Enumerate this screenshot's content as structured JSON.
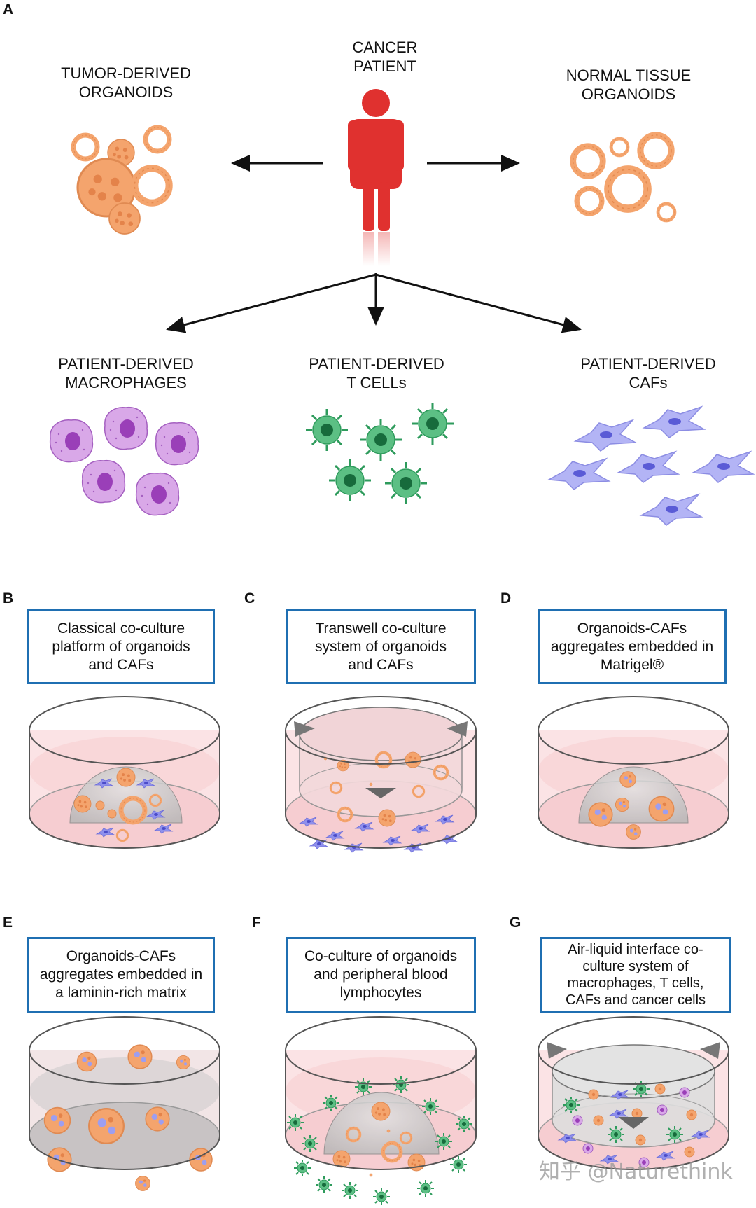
{
  "panelA": {
    "letter": "A",
    "patient": [
      "CANCER",
      "PATIENT"
    ],
    "tumor": [
      "TUMOR-DERIVED",
      "ORGANOIDS"
    ],
    "normal": [
      "NORMAL TISSUE",
      "ORGANOIDS"
    ],
    "macrophages": [
      "PATIENT-DERIVED",
      "MACROPHAGES"
    ],
    "tcells": [
      "PATIENT-DERIVED",
      "T CELLs"
    ],
    "cafs": [
      "PATIENT-DERIVED",
      "CAFs"
    ]
  },
  "panels": [
    {
      "letter": "B",
      "lines": [
        "Classical co-culture",
        "platform of organoids",
        "and CAFs"
      ]
    },
    {
      "letter": "C",
      "lines": [
        "Transwell co-culture",
        "system of organoids",
        "and CAFs"
      ]
    },
    {
      "letter": "D",
      "lines": [
        "Organoids-CAFs",
        "aggregates embedded in",
        "Matrigel®"
      ]
    },
    {
      "letter": "E",
      "lines": [
        "Organoids-CAFs",
        "aggregates embedded in",
        "a laminin-rich matrix"
      ]
    },
    {
      "letter": "F",
      "lines": [
        "Co-culture of organoids",
        "and peripheral blood",
        "lymphocytes"
      ]
    },
    {
      "letter": "G",
      "lines": [
        "Air-liquid interface co-",
        "culture system of",
        "macrophages, T cells,",
        "CAFs and cancer cells"
      ]
    }
  ],
  "watermark": "知乎 @Naturethink",
  "colors": {
    "person": "#e0312f",
    "organoid": "#f4a46d",
    "macrophage": "#c17fd6",
    "tcell": "#2e9b5c",
    "caf": "#9d9ef0",
    "medium": "#f9d9dc",
    "box_border": "#1f6fb2"
  }
}
